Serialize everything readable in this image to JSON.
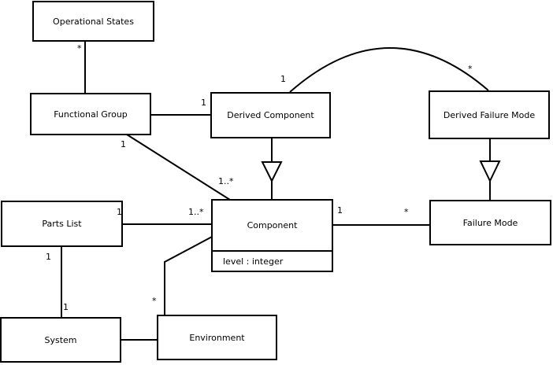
{
  "diagram": {
    "kind": "uml-class-diagram",
    "background_color": "#ffffff",
    "line_color": "#000000",
    "classes": [
      {
        "id": "operational-states",
        "name": "Operational States"
      },
      {
        "id": "functional-group",
        "name": "Functional Group"
      },
      {
        "id": "derived-component",
        "name": "Derived Component"
      },
      {
        "id": "derived-failure-mode",
        "name": "Derived Failure Mode"
      },
      {
        "id": "parts-list",
        "name": "Parts List"
      },
      {
        "id": "component",
        "name": "Component",
        "attributes": [
          "level : integer"
        ]
      },
      {
        "id": "failure-mode",
        "name": "Failure Mode"
      },
      {
        "id": "system",
        "name": "System"
      },
      {
        "id": "environment",
        "name": "Environment"
      }
    ],
    "associations": [
      {
        "from": "Operational States",
        "to": "Functional Group",
        "shape": "straight"
      },
      {
        "from": "Functional Group",
        "to": "Derived Component",
        "shape": "straight"
      },
      {
        "from": "Functional Group",
        "to": "Component",
        "shape": "diagonal"
      },
      {
        "from": "Derived Component",
        "to": "Derived Failure Mode",
        "shape": "arc"
      },
      {
        "from": "Parts List",
        "to": "Component",
        "shape": "straight"
      },
      {
        "from": "Component",
        "to": "Failure Mode",
        "shape": "straight"
      },
      {
        "from": "Parts List",
        "to": "System",
        "shape": "straight"
      },
      {
        "from": "System",
        "to": "Environment",
        "shape": "straight"
      },
      {
        "from": "Environment",
        "to": "Component",
        "shape": "elbow-diagonal"
      }
    ],
    "generalizations": [
      {
        "from": "Derived Component",
        "to": "Component",
        "arrow": "hollow-triangle"
      },
      {
        "from": "Derived Failure Mode",
        "to": "Failure Mode",
        "arrow": "hollow-triangle"
      }
    ],
    "multiplicity_labels": [
      {
        "text": "*",
        "edge": "Operational States-Functional Group",
        "near": "Operational States"
      },
      {
        "text": "1",
        "edge": "Functional Group-Derived Component",
        "near": "Derived Component"
      },
      {
        "text": "1",
        "edge": "Functional Group-Component",
        "near": "Functional Group"
      },
      {
        "text": "1..*",
        "edge": "Functional Group-Component",
        "near": "Component"
      },
      {
        "text": "1",
        "edge": "Derived Component-Derived Failure Mode",
        "near": "Derived Component"
      },
      {
        "text": "*",
        "edge": "Derived Component-Derived Failure Mode",
        "near": "Derived Failure Mode"
      },
      {
        "text": "1",
        "edge": "Parts List-Component",
        "near": "Parts List"
      },
      {
        "text": "1..*",
        "edge": "Parts List-Component",
        "near": "Component"
      },
      {
        "text": "1",
        "edge": "Component-Failure Mode",
        "near": "Component"
      },
      {
        "text": "*",
        "edge": "Component-Failure Mode",
        "near": "Failure Mode"
      },
      {
        "text": "1",
        "edge": "Parts List-System",
        "near": "Parts List"
      },
      {
        "text": "1",
        "edge": "Parts List-System",
        "near": "System"
      },
      {
        "text": "*",
        "edge": "Environment-Component",
        "near": "Environment"
      }
    ]
  }
}
